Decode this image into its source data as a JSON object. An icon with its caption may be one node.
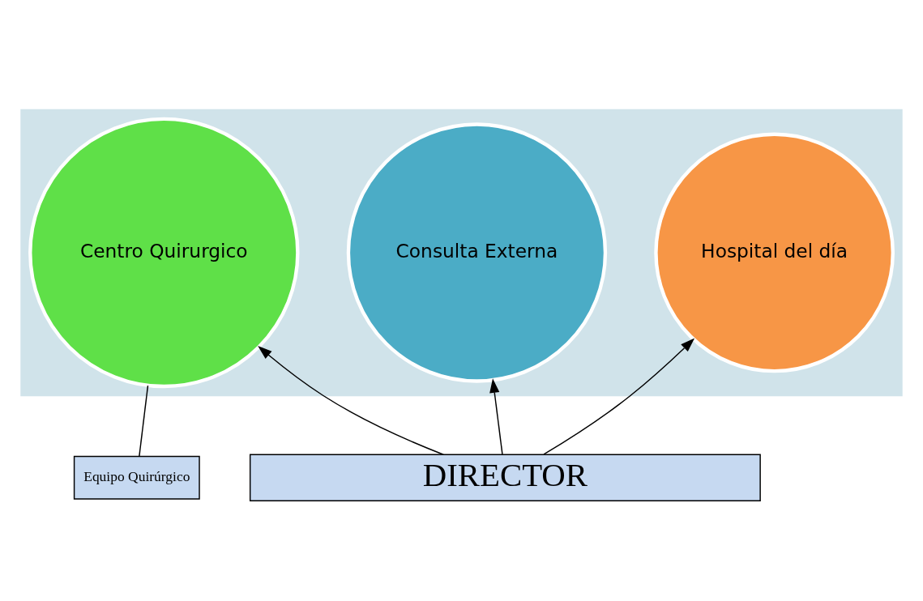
{
  "diagram": {
    "nodes": [
      {
        "text": [],
        "shape": "arrow"
      },
      {
        "text": [
          "Consulta Externa"
        ],
        "in": 0
      },
      {
        "text": [
          "Centro Quirurgico"
        ],
        "in": 0
      },
      {
        "text": [
          "Hospital del día"
        ],
        "in": 0
      },
      {
        "text": [
          "Equipo Quirúrgico"
        ]
      },
      {
        "text": [
          "DIRECTOR"
        ]
      }
    ],
    "edges": [
      {
        "from": 4,
        "to": 2,
        "arrow": "none"
      },
      {
        "from": 5,
        "to": 1,
        "arrow": "to"
      },
      {
        "from": 5,
        "to": 2,
        "arrow": "to"
      },
      {
        "from": 5,
        "to": 3,
        "arrow": "to"
      }
    ]
  }
}
